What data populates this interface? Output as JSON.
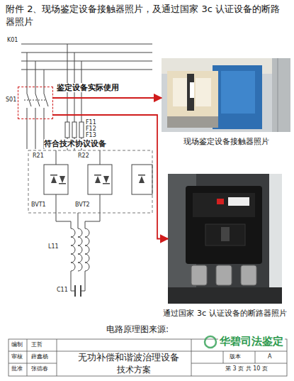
{
  "diagram": {
    "title": "附件 2、现场鉴定设备接触器照片，及通过国家 3c 认证设备的断路器照片",
    "nodes": [
      {
        "text": [
          "鉴定设备实际使用"
        ]
      },
      {
        "text": [
          "现场鉴定设备接触器照片"
        ]
      },
      {
        "text": [
          "通过国家 3c 认证设备的断路器照片"
        ]
      }
    ],
    "edges": [
      {
        "from": 0,
        "to": 1,
        "arrow": "to"
      },
      {
        "from": 0,
        "to": 2,
        "arrow": "to"
      }
    ],
    "labels": [
      "K01",
      "S01",
      "F11",
      "F12",
      "F13",
      "符合技术协议设备",
      "R21",
      "R22",
      "BVT1",
      "BVT2",
      "L11",
      "C11",
      "电路原理图来源:",
      "编制",
      "王哲",
      "审核",
      "薛鑫杨",
      "批准",
      "张德春",
      "无功补偿和谐波治理设备",
      "技术方案",
      "版本",
      "A",
      "第 3 页 共 10 页",
      "华碧司法鉴定"
    ]
  }
}
